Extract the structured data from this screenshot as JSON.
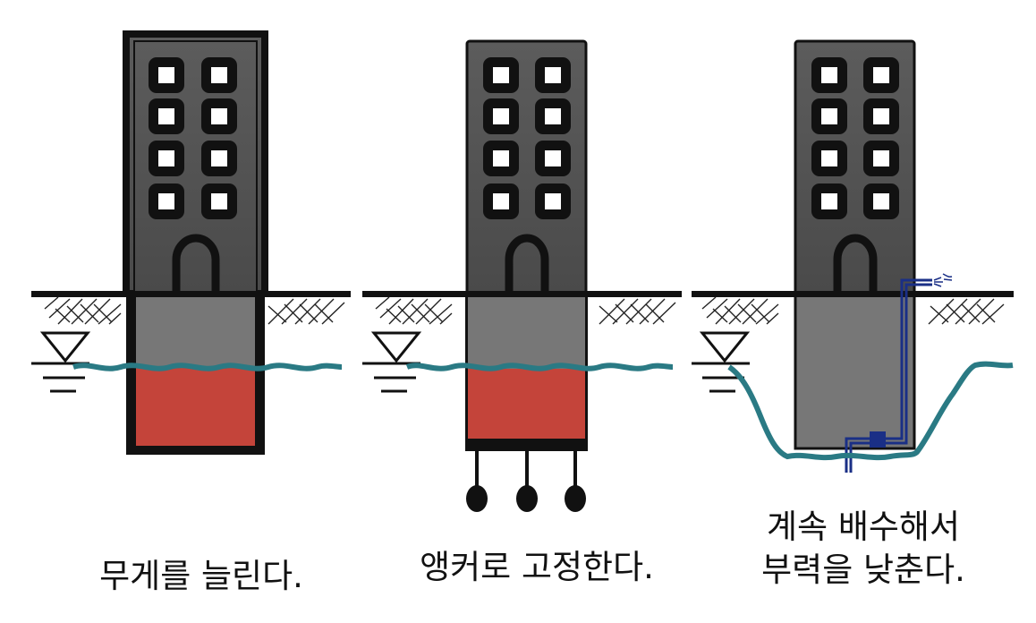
{
  "panels": [
    {
      "method": "increase-weight",
      "caption": "무게를 늘린다."
    },
    {
      "method": "anchor",
      "caption": "앵커로 고정한다."
    },
    {
      "method": "dewatering",
      "caption_line1": "계속 배수해서",
      "caption_line2": "부력을 낮춘다."
    }
  ],
  "colors": {
    "building_top": "#5a5a5a",
    "building_bottom": "#4a4a4a",
    "basement": "#777777",
    "weight": "#c4443a",
    "water": "#2a7a84",
    "pipe": "#1a2f86",
    "outline": "#111111"
  },
  "icons": {
    "water_level": "inverted-triangle-water-level-icon",
    "ground_hatch": "ground-hatch",
    "drain_outlet": "water-spray-icon"
  }
}
